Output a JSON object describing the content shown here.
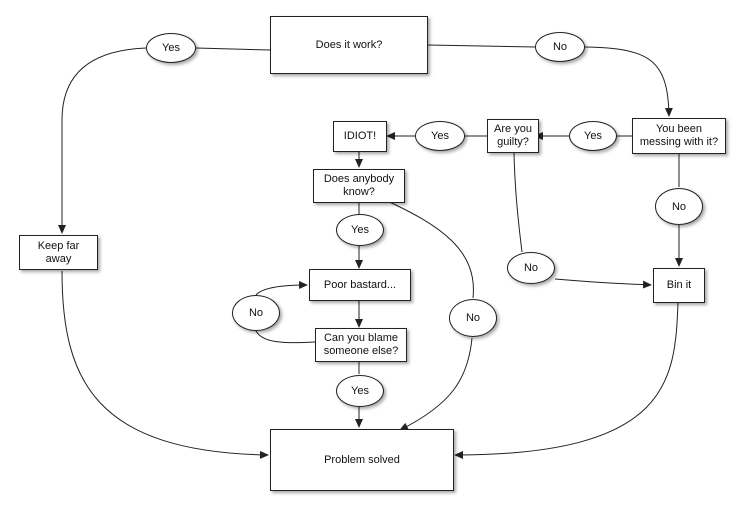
{
  "nodes": {
    "does_it_work": "Does it work?",
    "messing": "You been\nmessing with it?",
    "guilty": "Are you\nguilty?",
    "idiot": "IDIOT!",
    "anybody_know": "Does anybody\nknow?",
    "poor_bastard": "Poor bastard...",
    "blame": "Can you blame\nsomeone else?",
    "keep_far": "Keep far\naway",
    "bin_it": "Bin it",
    "solved": "Problem solved"
  },
  "labels": {
    "yes_top": "Yes",
    "no_top": "No",
    "yes_messing": "Yes",
    "no_messing": "No",
    "yes_guilty": "Yes",
    "no_guilty": "No",
    "yes_know": "Yes",
    "no_know": "No",
    "no_blame": "No",
    "yes_blame": "Yes"
  },
  "colors": {
    "stroke": "#222222",
    "fill": "#ffffff"
  }
}
